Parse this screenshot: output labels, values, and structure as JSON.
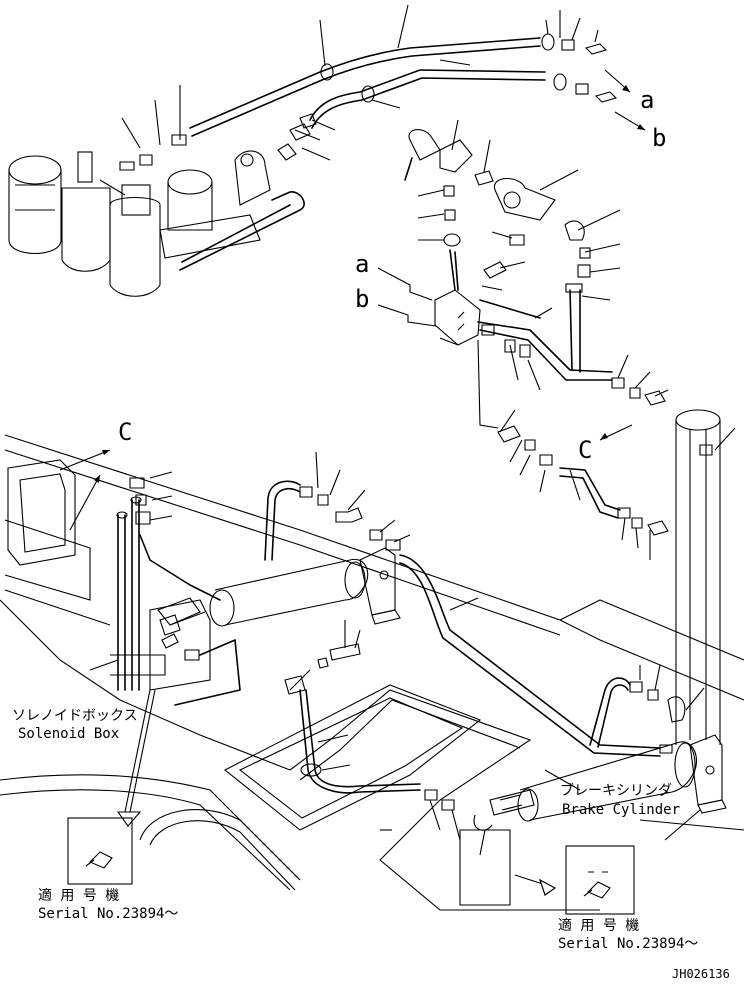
{
  "callouts": {
    "a_right": "a",
    "b_right": "b",
    "a_left": "a",
    "b_left": "b",
    "c_top_left": "C",
    "c_mid_right": "C"
  },
  "labels": {
    "solenoid_box_jp": "ソレノイドボックス",
    "solenoid_box_en": "Solenoid Box",
    "brake_cylinder_jp": "ブレーキシリンダ",
    "brake_cylinder_en": "Brake Cylinder"
  },
  "serial_notes": {
    "left_jp": "適 用 号 機",
    "left_en": "Serial No.23894～",
    "right_jp": "適 用 号 機",
    "right_en": "Serial No.23894～"
  },
  "drawing_number": "JH026136"
}
